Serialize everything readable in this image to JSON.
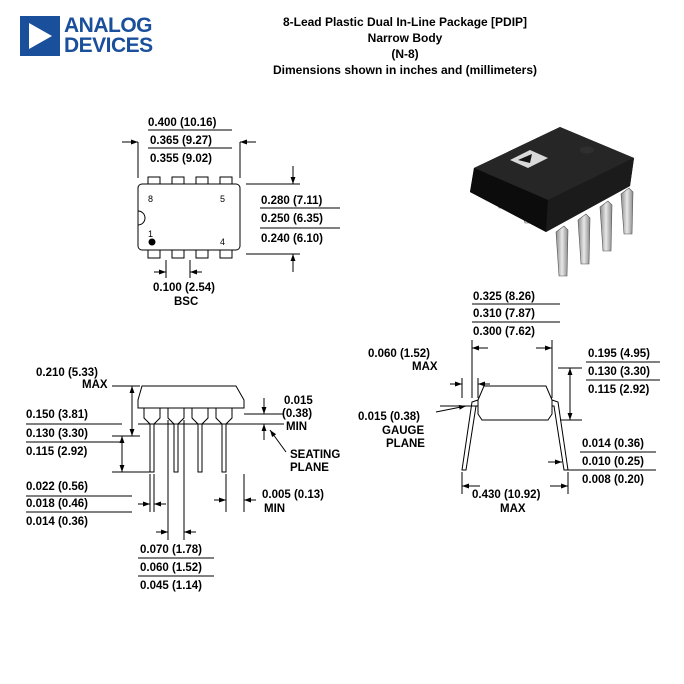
{
  "logo": {
    "line1": "ANALOG",
    "line2": "DEVICES"
  },
  "title": {
    "line1": "8-Lead Plastic Dual In-Line Package [PDIP]",
    "line2": "Narrow Body",
    "line3": "(N-8)",
    "line4": "Dimensions shown in inches and (millimeters)"
  },
  "top_view": {
    "width_max": "0.400 (10.16)",
    "width_nom": "0.365 (9.27)",
    "width_min": "0.355 (9.02)",
    "body_max": "0.280 (7.11)",
    "body_nom": "0.250 (6.35)",
    "body_min": "0.240 (6.10)",
    "pitch": "0.100 (2.54)",
    "pitch_note": "BSC",
    "pin8": "8",
    "pin5": "5",
    "pin1": "1",
    "pin4": "4"
  },
  "side_view": {
    "height_max": "0.210 (5.33)",
    "height_note": "MAX",
    "lead_len_max": "0.150 (3.81)",
    "lead_len_nom": "0.130 (3.30)",
    "lead_len_min": "0.115 (2.92)",
    "standoff_val": "0.015",
    "standoff_mm": "(0.38)",
    "standoff_note": "MIN",
    "seating1": "SEATING",
    "seating2": "PLANE",
    "lead_w_max": "0.022 (0.56)",
    "lead_w_nom": "0.018 (0.46)",
    "lead_w_min": "0.014 (0.36)",
    "end_min": "0.005 (0.13)",
    "end_note": "MIN",
    "shoulder_max": "0.070 (1.78)",
    "shoulder_nom": "0.060 (1.52)",
    "shoulder_min": "0.045 (1.14)"
  },
  "end_view": {
    "span_max": "0.325 (8.26)",
    "span_nom": "0.310 (7.87)",
    "span_min": "0.300 (7.62)",
    "body_t": "0.060 (1.52)",
    "body_t_note": "MAX",
    "h_max": "0.195 (4.95)",
    "h_nom": "0.130 (3.30)",
    "h_min": "0.115 (2.92)",
    "gauge_val": "0.015 (0.38)",
    "gauge1": "GAUGE",
    "gauge2": "PLANE",
    "thk_max": "0.014 (0.36)",
    "thk_nom": "0.010 (0.25)",
    "thk_min": "0.008 (0.20)",
    "spread": "0.430 (10.92)",
    "spread_note": "MAX"
  },
  "colors": {
    "brand": "#1a4f9c",
    "chip_body": "#151515",
    "lead_metal": "#c9c9c9"
  },
  "icons": {
    "logo": "analog-devices-triangle-icon",
    "chip_photo": "dip8-chip-photo-icon"
  }
}
